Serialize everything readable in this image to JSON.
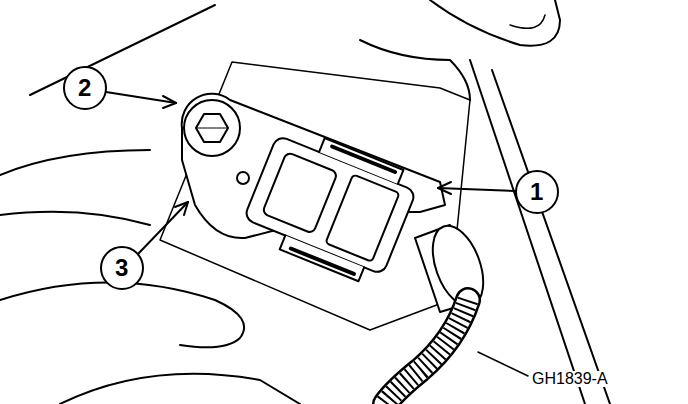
{
  "diagram": {
    "labels": [
      "2",
      "1",
      "3",
      "GH1839-A"
    ]
  }
}
